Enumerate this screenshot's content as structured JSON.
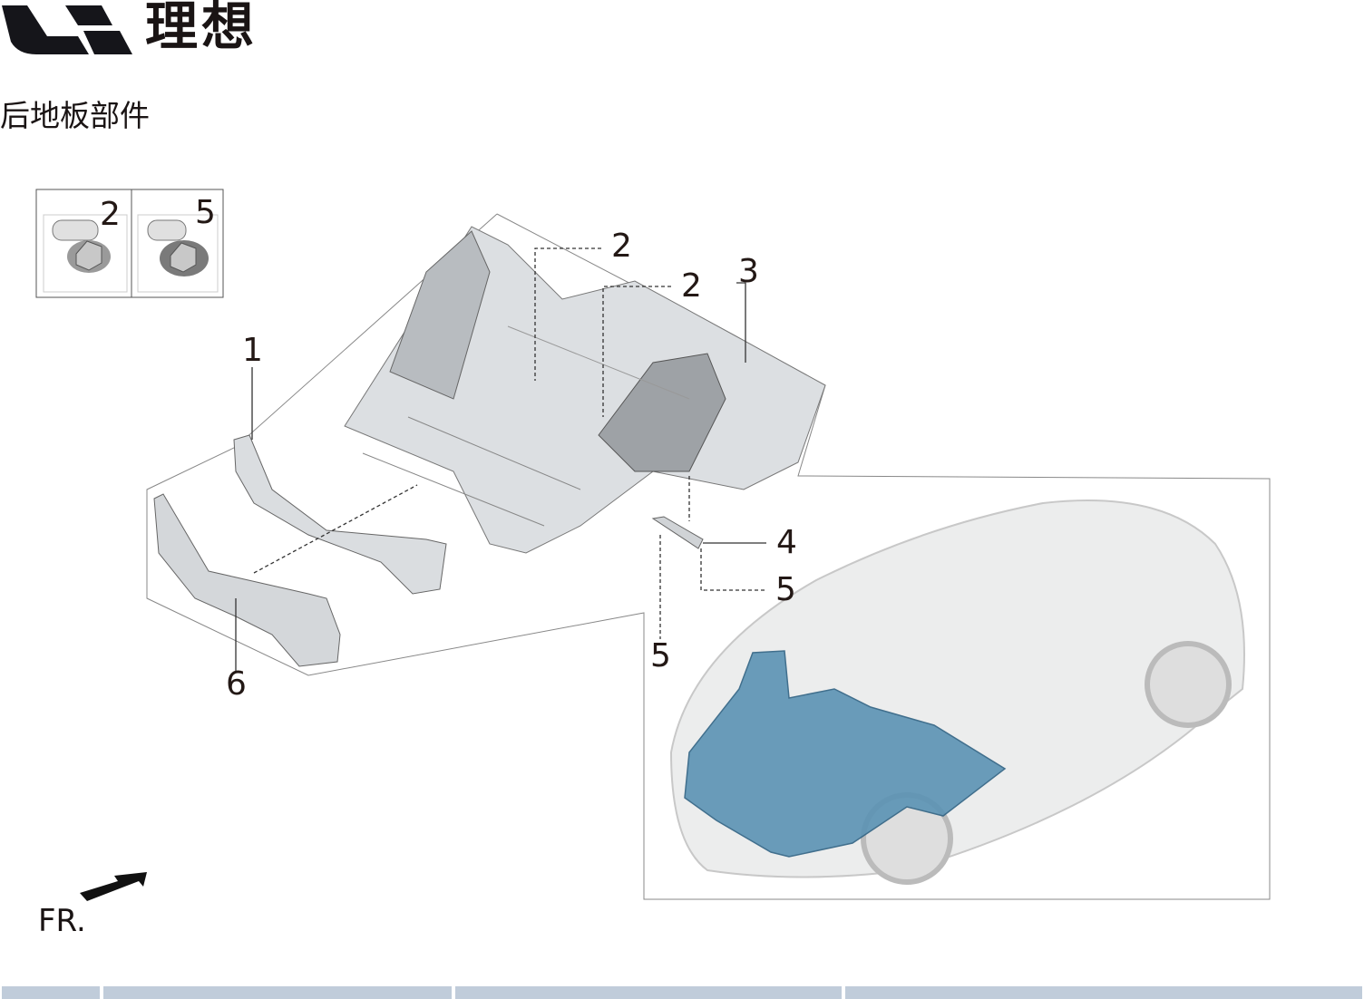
{
  "header": {
    "brand": "理想",
    "title": "后地板部件"
  },
  "callouts": {
    "inset_bolt_a": "2",
    "inset_bolt_b": "5",
    "bolt_2a": "2",
    "bolt_2b": "2",
    "floor_panel": "3",
    "crossmember": "1",
    "bracket": "4",
    "bolt_5a": "5",
    "bolt_5b": "5",
    "rear_panel": "6"
  },
  "direction_label": "FR.",
  "colors": {
    "highlight": "#5b93b4",
    "part": "#d6d9dc",
    "footer": "#c0ccda"
  }
}
